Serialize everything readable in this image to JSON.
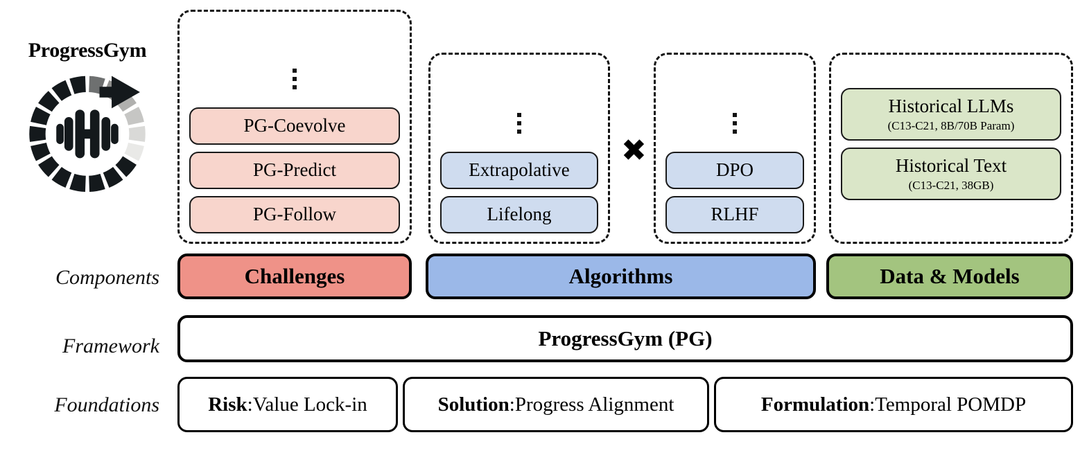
{
  "logo": {
    "title": "ProgressGym",
    "icon": "progress-dumbbell-logo"
  },
  "rows": {
    "components_label": "Components",
    "framework_label": "Framework",
    "foundations_label": "Foundations"
  },
  "groups": {
    "challenges": {
      "ellipsis": "vertical-ellipsis",
      "items": [
        {
          "title": "PG-Coevolve",
          "sub": ""
        },
        {
          "title": "PG-Predict",
          "sub": ""
        },
        {
          "title": "PG-Follow",
          "sub": ""
        }
      ]
    },
    "algorithms_paradigm": {
      "ellipsis": "vertical-ellipsis",
      "items": [
        {
          "title": "Extrapolative",
          "sub": ""
        },
        {
          "title": "Lifelong",
          "sub": ""
        }
      ]
    },
    "algorithms_method": {
      "ellipsis": "vertical-ellipsis",
      "items": [
        {
          "title": "DPO",
          "sub": ""
        },
        {
          "title": "RLHF",
          "sub": ""
        }
      ]
    },
    "data_models": {
      "items": [
        {
          "title": "Historical LLMs",
          "sub": "(C13-C21, 8B/70B Param)"
        },
        {
          "title": "Historical Text",
          "sub": "(C13-C21, 38GB)"
        }
      ]
    }
  },
  "operator": {
    "times": "✖"
  },
  "components": [
    {
      "label": "Challenges",
      "color": "#ef9288"
    },
    {
      "label": "Algorithms",
      "color": "#9bb8e8"
    },
    {
      "label": "Data & Models",
      "color": "#a3c47f"
    }
  ],
  "framework": {
    "label": "ProgressGym (PG)"
  },
  "foundations": [
    {
      "key": "Risk",
      "sep": ": ",
      "value": "Value Lock-in"
    },
    {
      "key": "Solution",
      "sep": ": ",
      "value": "Progress Alignment"
    },
    {
      "key": "Formulation",
      "sep": ": ",
      "value": "Temporal POMDP"
    }
  ],
  "colors": {
    "chip_pink": "#f8d5cc",
    "chip_blue": "#cfdcef",
    "chip_green": "#dae6c8",
    "bar_red": "#ef9288",
    "bar_blue": "#9bb8e8",
    "bar_green": "#a3c47f",
    "outline": "#000000"
  }
}
